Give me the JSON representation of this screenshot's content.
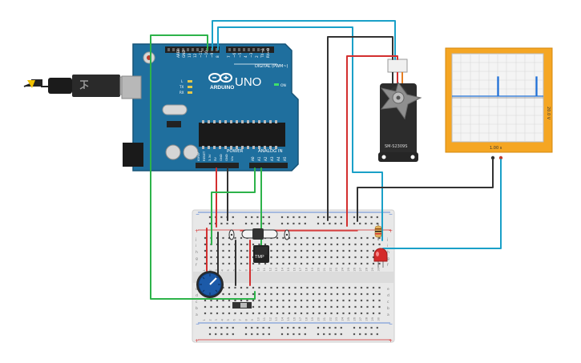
{
  "arduino": {
    "brand_text": "ARDUINO",
    "model_text": "UNO",
    "on_label": "ON",
    "digital_label": "DIGITAL (PWM~)",
    "power_label": "POWER",
    "analog_label": "ANALOG IN",
    "tx_label": "TX",
    "rx_label": "RX",
    "l_label": "L",
    "top_pins": [
      "AREF",
      "GND",
      "13",
      "12",
      "~11",
      "~10",
      "~9",
      "8",
      "7",
      "~6",
      "~5",
      "4",
      "~3",
      "2",
      "TX→1",
      "RX←0"
    ],
    "power_pins": [
      "IOREF",
      "RESET",
      "3.3V",
      "5V",
      "GND",
      "GND",
      "Vin"
    ],
    "analog_pins": [
      "A0",
      "A1",
      "A2",
      "A3",
      "A4",
      "A5"
    ]
  },
  "servo": {
    "label": "SM-S2309S"
  },
  "oscilloscope": {
    "time_label": "1.00 s",
    "volt_label": "20.0 V"
  },
  "breadboard": {
    "row_letters_top": [
      "j",
      "i",
      "h",
      "g",
      "f"
    ],
    "row_letters_bottom": [
      "e",
      "d",
      "c",
      "b",
      "a"
    ],
    "col_numbers": [
      "1",
      "2",
      "3",
      "4",
      "5",
      "6",
      "7",
      "8",
      "9",
      "10",
      "11",
      "12",
      "13",
      "14",
      "15",
      "16",
      "17",
      "18",
      "19",
      "20",
      "21",
      "22",
      "23",
      "24",
      "25",
      "26",
      "27",
      "28",
      "29",
      "30"
    ]
  },
  "sensor": {
    "label": "TMP"
  },
  "colors": {
    "board": "#1f6f9e",
    "wire_green": "#2db34a",
    "wire_cyan": "#1aa0c8",
    "wire_red": "#d32f2f",
    "wire_black": "#333333",
    "scope_frame": "#f5a623",
    "breadboard": "#e8e8e8",
    "potentiometer": "#1c5aa8",
    "led": "#d42a2a"
  }
}
